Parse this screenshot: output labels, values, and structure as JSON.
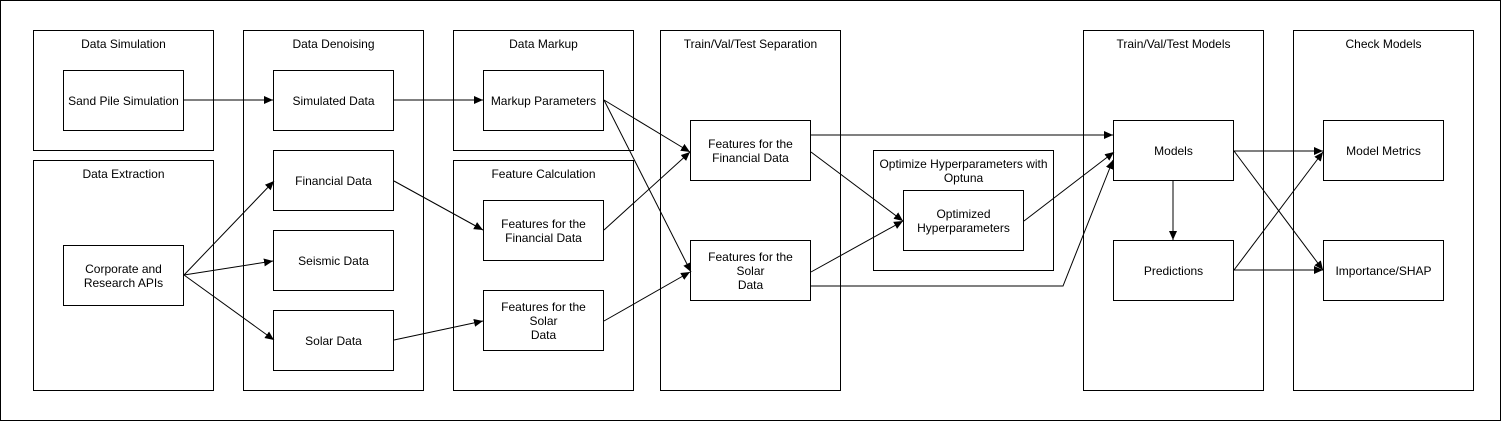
{
  "groups": {
    "data_simulation": "Data Simulation",
    "data_extraction": "Data Extraction",
    "data_denoising": "Data Denoising",
    "data_markup": "Data Markup",
    "feature_calculation": "Feature Calculation",
    "split": "Train/Val/Test Separation",
    "optimize": "Optimize Hyperparameters with\nOptuna",
    "train_models": "Train/Val/Test Models",
    "check_models": "Check Models"
  },
  "nodes": {
    "sand_pile": "Sand Pile Simulation",
    "apis": "Corporate and\nResearch APIs",
    "simulated": "Simulated Data",
    "financial": "Financial Data",
    "seismic": "Seismic Data",
    "solar": "Solar Data",
    "markup_params": "Markup Parameters",
    "feat_fin": "Features for the\nFinancial Data",
    "feat_solar": "Features for the Solar\nData",
    "split_fin": "Features for the\nFinancial Data",
    "split_solar": "Features for the Solar\nData",
    "opt_hyper": "Optimized\nHyperparameters",
    "models": "Models",
    "predictions": "Predictions",
    "metrics": "Model Metrics",
    "shap": "Importance/SHAP"
  },
  "edges": [
    {
      "id": "edge-sandpile-simulated",
      "from": "sand_pile",
      "to": "simulated"
    },
    {
      "id": "edge-simulated-markup",
      "from": "simulated",
      "to": "markup_params"
    },
    {
      "id": "edge-apis-financial",
      "from": "apis",
      "to": "financial"
    },
    {
      "id": "edge-apis-seismic",
      "from": "apis",
      "to": "seismic"
    },
    {
      "id": "edge-apis-solar",
      "from": "apis",
      "to": "solar"
    },
    {
      "id": "edge-financial-featfin",
      "from": "financial",
      "to": "feat_fin"
    },
    {
      "id": "edge-solar-featsolar",
      "from": "solar",
      "to": "feat_solar"
    },
    {
      "id": "edge-markup-splitfin",
      "from": "markup_params",
      "to": "split_fin"
    },
    {
      "id": "edge-markup-splitsolar",
      "from": "markup_params",
      "to": "split_solar"
    },
    {
      "id": "edge-featfin-splitfin",
      "from": "feat_fin",
      "to": "split_fin"
    },
    {
      "id": "edge-featsolar-splitsolar",
      "from": "feat_solar",
      "to": "split_solar"
    },
    {
      "id": "edge-splitfin-models",
      "from": "split_fin",
      "to": "models"
    },
    {
      "id": "edge-splitfin-opthyper",
      "from": "split_fin",
      "to": "opt_hyper"
    },
    {
      "id": "edge-splitsolar-opthyper",
      "from": "split_solar",
      "to": "opt_hyper"
    },
    {
      "id": "edge-splitsolar-models",
      "from": "split_solar",
      "to": "models"
    },
    {
      "id": "edge-opthyper-models",
      "from": "opt_hyper",
      "to": "models"
    },
    {
      "id": "edge-models-predictions",
      "from": "models",
      "to": "predictions"
    },
    {
      "id": "edge-models-metrics",
      "from": "models",
      "to": "metrics"
    },
    {
      "id": "edge-models-shap",
      "from": "models",
      "to": "shap"
    },
    {
      "id": "edge-predictions-metrics",
      "from": "predictions",
      "to": "metrics"
    },
    {
      "id": "edge-predictions-shap",
      "from": "predictions",
      "to": "shap"
    }
  ]
}
